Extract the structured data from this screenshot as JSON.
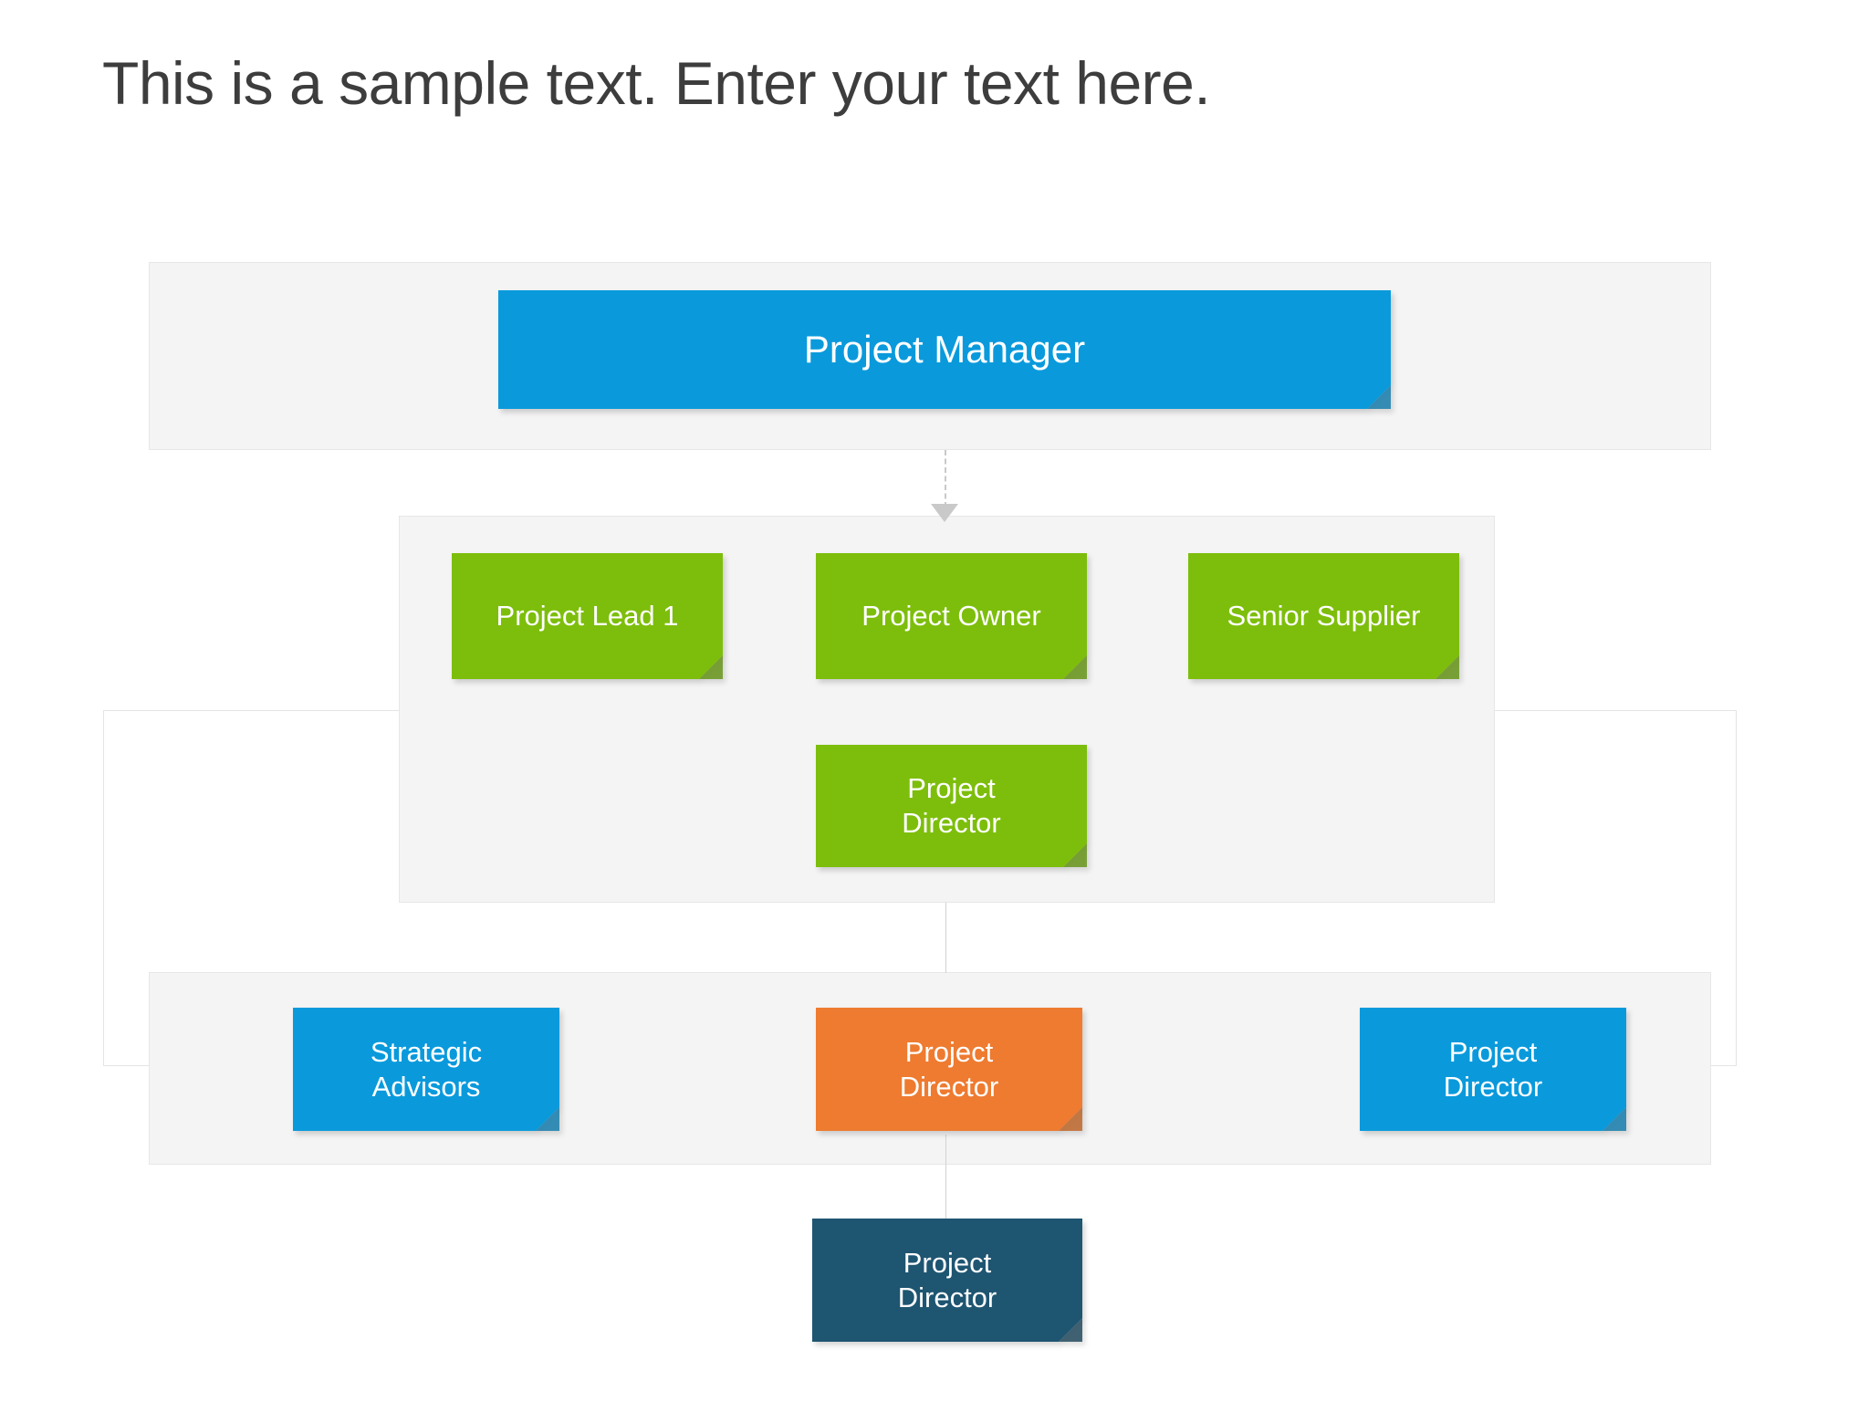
{
  "title": "This is a sample text. Enter your text here.",
  "chart_data": {
    "type": "diagram",
    "diagram_kind": "organizational-chart",
    "title": "This is a sample text. Enter your text here.",
    "palette": {
      "blue": "#0a9adc",
      "green": "#7dbe0c",
      "orange": "#ee7b30",
      "navy": "#1e5571",
      "band_fill": "#f4f4f4",
      "band_border": "#e7e7e7",
      "outline_border": "#e4e4e4",
      "connector": "#d2d2d2",
      "title_text": "#3d3d3d",
      "node_text": "#ffffff"
    },
    "levels": [
      {
        "id": "level-1",
        "nodes": [
          {
            "id": "project-manager",
            "label": "Project Manager",
            "color": "blue"
          }
        ]
      },
      {
        "id": "level-2",
        "nodes": [
          {
            "id": "project-lead-1",
            "label": "Project Lead 1",
            "color": "green"
          },
          {
            "id": "project-owner",
            "label": "Project Owner",
            "color": "green"
          },
          {
            "id": "senior-supplier",
            "label": "Senior Supplier",
            "color": "green"
          },
          {
            "id": "project-director-green",
            "label": "Project\nDirector",
            "color": "green"
          }
        ]
      },
      {
        "id": "level-3",
        "nodes": [
          {
            "id": "strategic-advisors",
            "label": "Strategic\nAdvisors",
            "color": "blue"
          },
          {
            "id": "project-director-orange",
            "label": "Project\nDirector",
            "color": "orange"
          },
          {
            "id": "project-director-blue",
            "label": "Project\nDirector",
            "color": "blue"
          }
        ]
      },
      {
        "id": "level-4",
        "nodes": [
          {
            "id": "project-director-navy",
            "label": "Project\nDirector",
            "color": "navy"
          }
        ]
      }
    ],
    "connectors": [
      {
        "from": "project-manager",
        "to": "level-2",
        "style": "dashed",
        "arrow": "down"
      },
      {
        "from": "level-2",
        "to": "level-3",
        "style": "solid",
        "arrow": "none"
      },
      {
        "from": "project-director-orange",
        "to": "project-director-navy",
        "style": "solid",
        "arrow": "none"
      }
    ]
  },
  "nodes": {
    "project_manager": "Project Manager",
    "project_lead_1": "Project Lead 1",
    "project_owner": "Project Owner",
    "senior_supplier": "Senior Supplier",
    "project_director_green": "Project\nDirector",
    "strategic_advisors": "Strategic\nAdvisors",
    "project_director_orange": "Project\nDirector",
    "project_director_blue": "Project\nDirector",
    "project_director_navy": "Project\nDirector"
  }
}
